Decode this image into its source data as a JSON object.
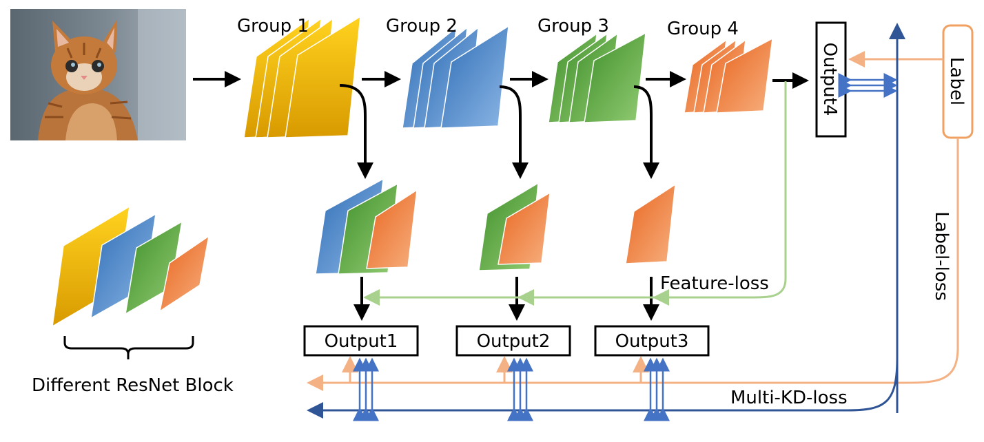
{
  "groups": [
    "Group 1",
    "Group 2",
    "Group 3",
    "Group 4"
  ],
  "outputs": {
    "output1": "Output1",
    "output2": "Output2",
    "output3": "Output3",
    "output4": "Output4"
  },
  "label": "Label",
  "losses": {
    "feature": "Feature-loss",
    "label": "Label-loss",
    "multi_kd": "Multi-KD-loss"
  },
  "legend": "Different ResNet Block",
  "colors": {
    "yellow": "#F5B800",
    "blue": "#4F8ED0",
    "green": "#5EAD40",
    "orange": "#F07E34",
    "label_line": "#F4B183",
    "kd_line": "#2F5597",
    "feature_line": "#A9D18E",
    "kd_arrows": "#4472C4"
  }
}
